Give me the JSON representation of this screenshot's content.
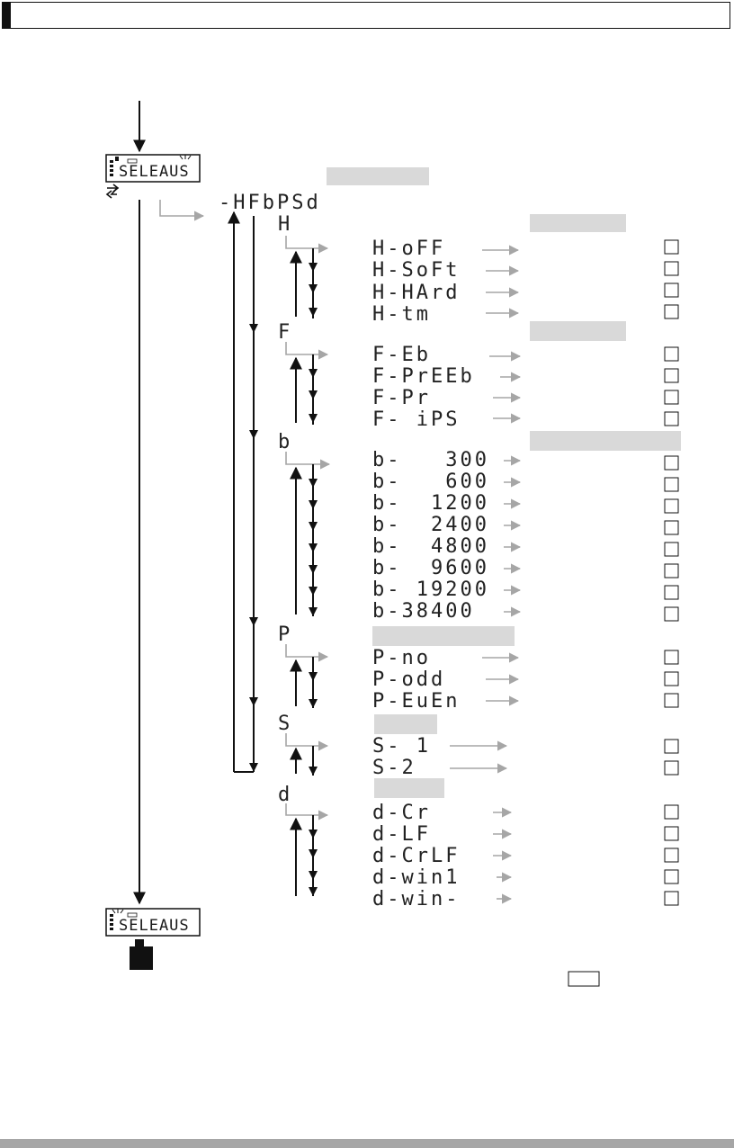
{
  "display": {
    "top_text": "SELEAUS",
    "bottom_text": "SELEAUS",
    "header_code": "-HFbPSd"
  },
  "groups": [
    {
      "letter": "H",
      "options": [
        "H-oFF",
        "H-SoFt",
        "H-HArd",
        "H-tm"
      ]
    },
    {
      "letter": "F",
      "options": [
        "F-Eb",
        "F-PrEEb",
        "F-Pr",
        "F- iPS"
      ]
    },
    {
      "letter": "b",
      "options": [
        "b-   300",
        "b-   600",
        "b-  1200",
        "b-  2400",
        "b-  4800",
        "b-  9600",
        "b- 19200",
        "b-38400"
      ]
    },
    {
      "letter": "P",
      "options": [
        "P-no",
        "P-odd",
        "P-EuEn"
      ]
    },
    {
      "letter": "S",
      "options": [
        "S- 1",
        "S-2"
      ]
    },
    {
      "letter": "d",
      "options": [
        "d-Cr",
        "d-LF",
        "d-CrLF",
        "d-win1",
        "d-win-"
      ]
    }
  ],
  "colors": {
    "label_box": "#d9d9d9",
    "gray_arrow": "#a6a6a6",
    "black": "#111111",
    "footer_bar": "#a6a6a6"
  }
}
